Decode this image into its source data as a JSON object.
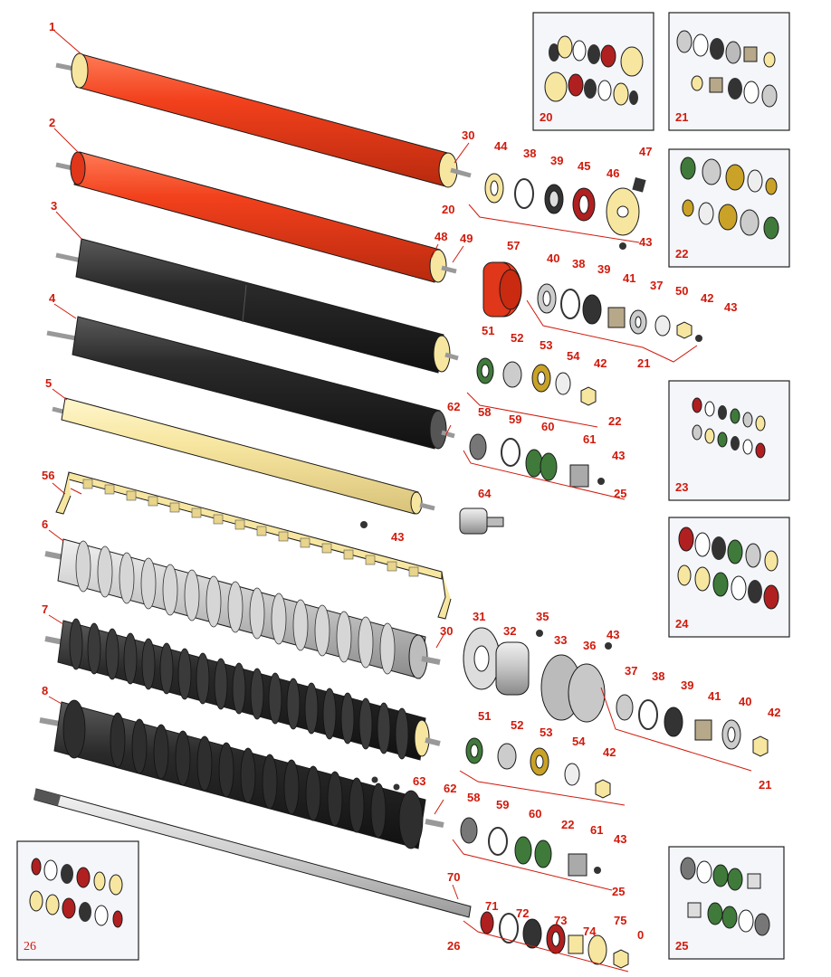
{
  "callouts": {
    "c1": "1",
    "c2": "2",
    "c3": "3",
    "c4": "4",
    "c5": "5",
    "c6": "6",
    "c7": "7",
    "c8": "8",
    "c20a": "20",
    "c44": "44",
    "c38a": "38",
    "c39a": "39",
    "c45": "45",
    "c46": "46",
    "c47": "47",
    "c30a": "30",
    "c43a": "43",
    "c48": "48",
    "c49": "49",
    "c57": "57",
    "c40a": "40",
    "c38b": "38",
    "c39b": "39",
    "c41a": "41",
    "c37a": "37",
    "c50": "50",
    "c42a": "42",
    "c43b": "43",
    "c21a": "21",
    "c51a": "51",
    "c52a": "52",
    "c53a": "53",
    "c54a": "54",
    "c42b": "42",
    "c22a": "22",
    "c62a": "62",
    "c58a": "58",
    "c59a": "59",
    "c60a": "60",
    "c61a": "61",
    "c43c": "43",
    "c25a": "25",
    "c56": "56",
    "c43d": "43",
    "c64": "64",
    "c30b": "30",
    "c31": "31",
    "c32": "32",
    "c35": "35",
    "c33": "33",
    "c36": "36",
    "c43e": "43",
    "c37b": "37",
    "c38c": "38",
    "c39c": "39",
    "c41b": "41",
    "c40b": "40",
    "c42c": "42",
    "c21b": "21",
    "c51b": "51",
    "c52b": "52",
    "c53b": "53",
    "c54b": "54",
    "c42d": "42",
    "c22b": "22",
    "c63": "63",
    "c62b": "62",
    "c58b": "58",
    "c59b": "59",
    "c60b": "60",
    "c61b": "61",
    "c43f": "43",
    "c25b": "25",
    "c70": "70",
    "c71": "71",
    "c72": "72",
    "c73": "73",
    "c74": "74",
    "c75": "75",
    "c0": "0",
    "c26": "26"
  },
  "insets": {
    "i20": "20",
    "i21": "21",
    "i22": "22",
    "i23": "23",
    "i24": "24",
    "i25": "25",
    "i26": "26"
  },
  "colors": {
    "orange_roller": "#f2401c",
    "black_roller": "#2a2a2a",
    "cream_part": "#f7e6a0",
    "steel": "#c8c8c8",
    "callout_red": "#d11a0c",
    "seal_green": "#3f7a3a",
    "seal_red": "#b02020",
    "brass": "#c9a227"
  }
}
